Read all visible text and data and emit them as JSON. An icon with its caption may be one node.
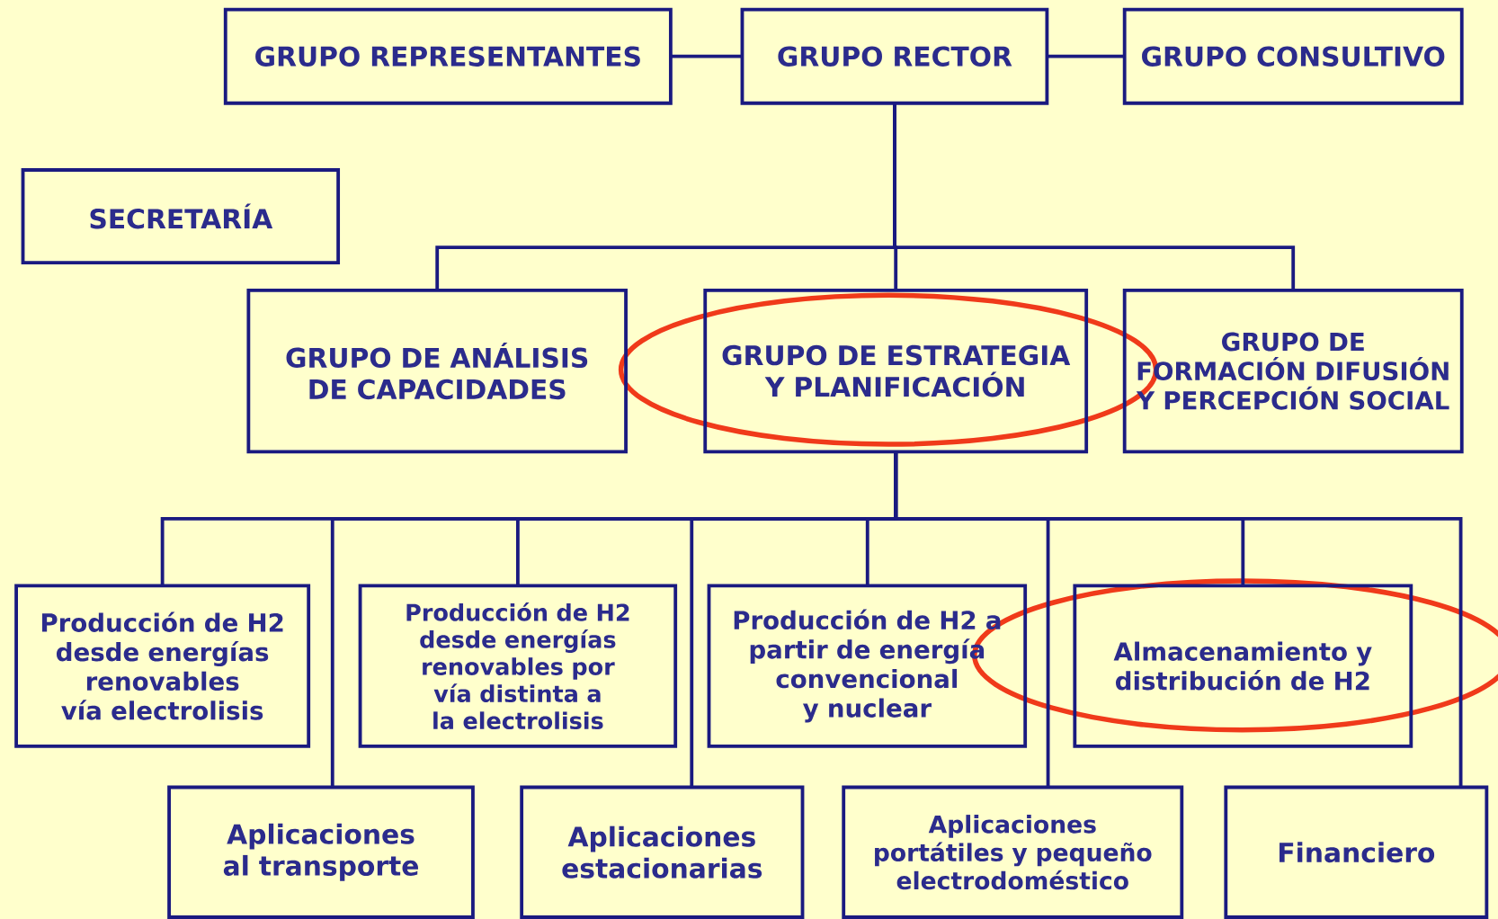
{
  "diagram": {
    "nodes": [
      {
        "text": [
          "GRUPO REPRESENTANTES"
        ]
      },
      {
        "text": [
          "GRUPO RECTOR"
        ]
      },
      {
        "text": [
          "GRUPO CONSULTIVO"
        ]
      },
      {
        "text": [
          "SECRETARÍA"
        ]
      },
      {
        "text": [
          "GRUPO DE ANÁLISIS DE CAPACIDADES"
        ]
      },
      {
        "text": [
          "GRUPO DE ESTRATEGIA Y PLANIFICACIÓN"
        ]
      },
      {
        "text": [
          "GRUPO DE FORMACIÓN DIFUSIÓN Y PERCEPCIÓN SOCIAL"
        ]
      },
      {
        "text": [
          "Producción de H2 desde energías renovables vía electrolisis"
        ]
      },
      {
        "text": [
          "Producción de H2 desde energías renovables por vía distinta a la electrolisis"
        ]
      },
      {
        "text": [
          "Producción de H2 a partir de energía convencional y nuclear"
        ]
      },
      {
        "text": [
          "Almacenamiento y distribución de H2"
        ]
      },
      {
        "text": [
          "Aplicaciones al transporte"
        ]
      },
      {
        "text": [
          "Aplicaciones estacionarias"
        ]
      },
      {
        "text": [
          "Aplicaciones portátiles y pequeño electrodoméstico"
        ]
      },
      {
        "text": [
          "Financiero"
        ]
      }
    ],
    "edges": [
      {
        "from": 1,
        "to": 0,
        "arrow": "none"
      },
      {
        "from": 1,
        "to": 2,
        "arrow": "none"
      },
      {
        "from": 1,
        "to": 4,
        "arrow": "none"
      },
      {
        "from": 1,
        "to": 5,
        "arrow": "none"
      },
      {
        "from": 1,
        "to": 6,
        "arrow": "none"
      },
      {
        "from": 5,
        "to": 7,
        "arrow": "none"
      },
      {
        "from": 5,
        "to": 11,
        "arrow": "none"
      },
      {
        "from": 5,
        "to": 8,
        "arrow": "none"
      },
      {
        "from": 5,
        "to": 12,
        "arrow": "none"
      },
      {
        "from": 5,
        "to": 9,
        "arrow": "none"
      },
      {
        "from": 5,
        "to": 13,
        "arrow": "none"
      },
      {
        "from": 5,
        "to": 10,
        "arrow": "none"
      },
      {
        "from": 5,
        "to": 14,
        "arrow": "none"
      }
    ]
  }
}
